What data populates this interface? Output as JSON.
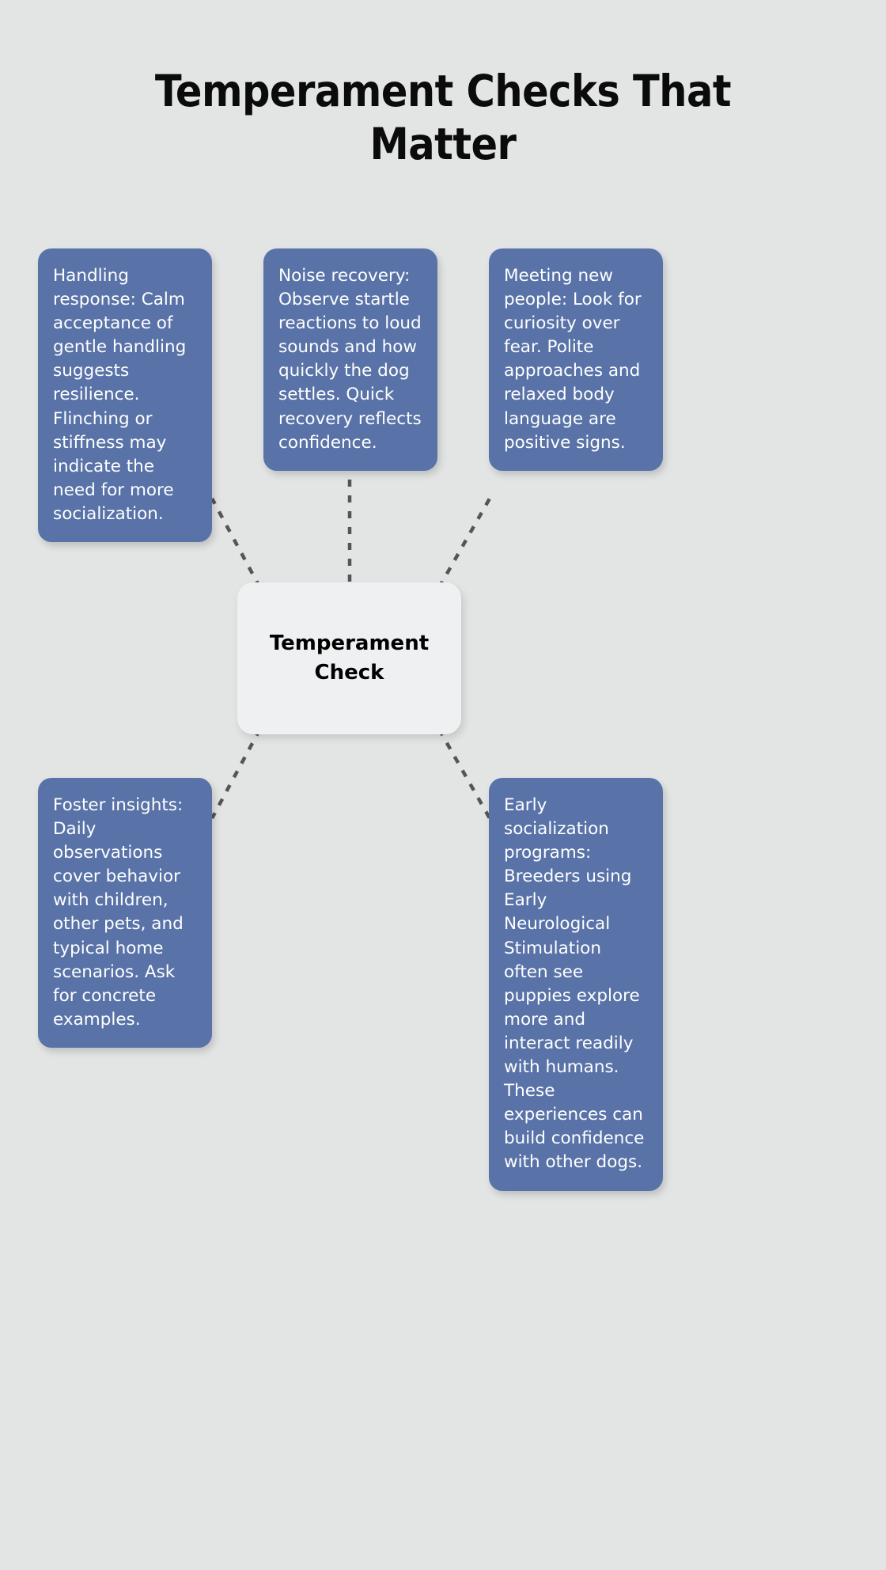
{
  "page": {
    "background_color": "#e3e5e5",
    "title": "Temperament Checks That Matter"
  },
  "colors": {
    "card_blue": "#5973a8",
    "card_text": "#ffffff",
    "center_bg": "#eef0f2",
    "center_text": "#000000",
    "connector": "#555555",
    "title_text": "#0b0b0b"
  },
  "center_node": {
    "label": "Temperament Check"
  },
  "cards": [
    {
      "id": "handling-response",
      "text": "Handling response: Calm acceptance of gentle handling suggests resilience. Flinching or stiffness may indicate the need for more socialization."
    },
    {
      "id": "noise-recovery",
      "text": "Noise recovery: Observe startle reactions to loud sounds and how quickly the dog settles. Quick recovery reflects confidence."
    },
    {
      "id": "meeting-new-people",
      "text": "Meeting new people: Look for curiosity over fear. Polite approaches and relaxed body language are positive signs."
    },
    {
      "id": "foster-insights",
      "text": "Foster insights: Daily observations cover behavior with children, other pets, and typical home scenarios. Ask for concrete examples."
    },
    {
      "id": "early-socialization-programs",
      "text": "Early socialization programs: Breeders using Early Neurological Stimulation often see puppies explore more and interact readily with humans. These experiences can build confidence with other dogs."
    }
  ],
  "connectors": [
    {
      "from": "center-node",
      "to": "handling-response"
    },
    {
      "from": "center-node",
      "to": "noise-recovery"
    },
    {
      "from": "center-node",
      "to": "meeting-new-people"
    },
    {
      "from": "center-node",
      "to": "foster-insights"
    },
    {
      "from": "center-node",
      "to": "early-socialization-programs"
    }
  ]
}
